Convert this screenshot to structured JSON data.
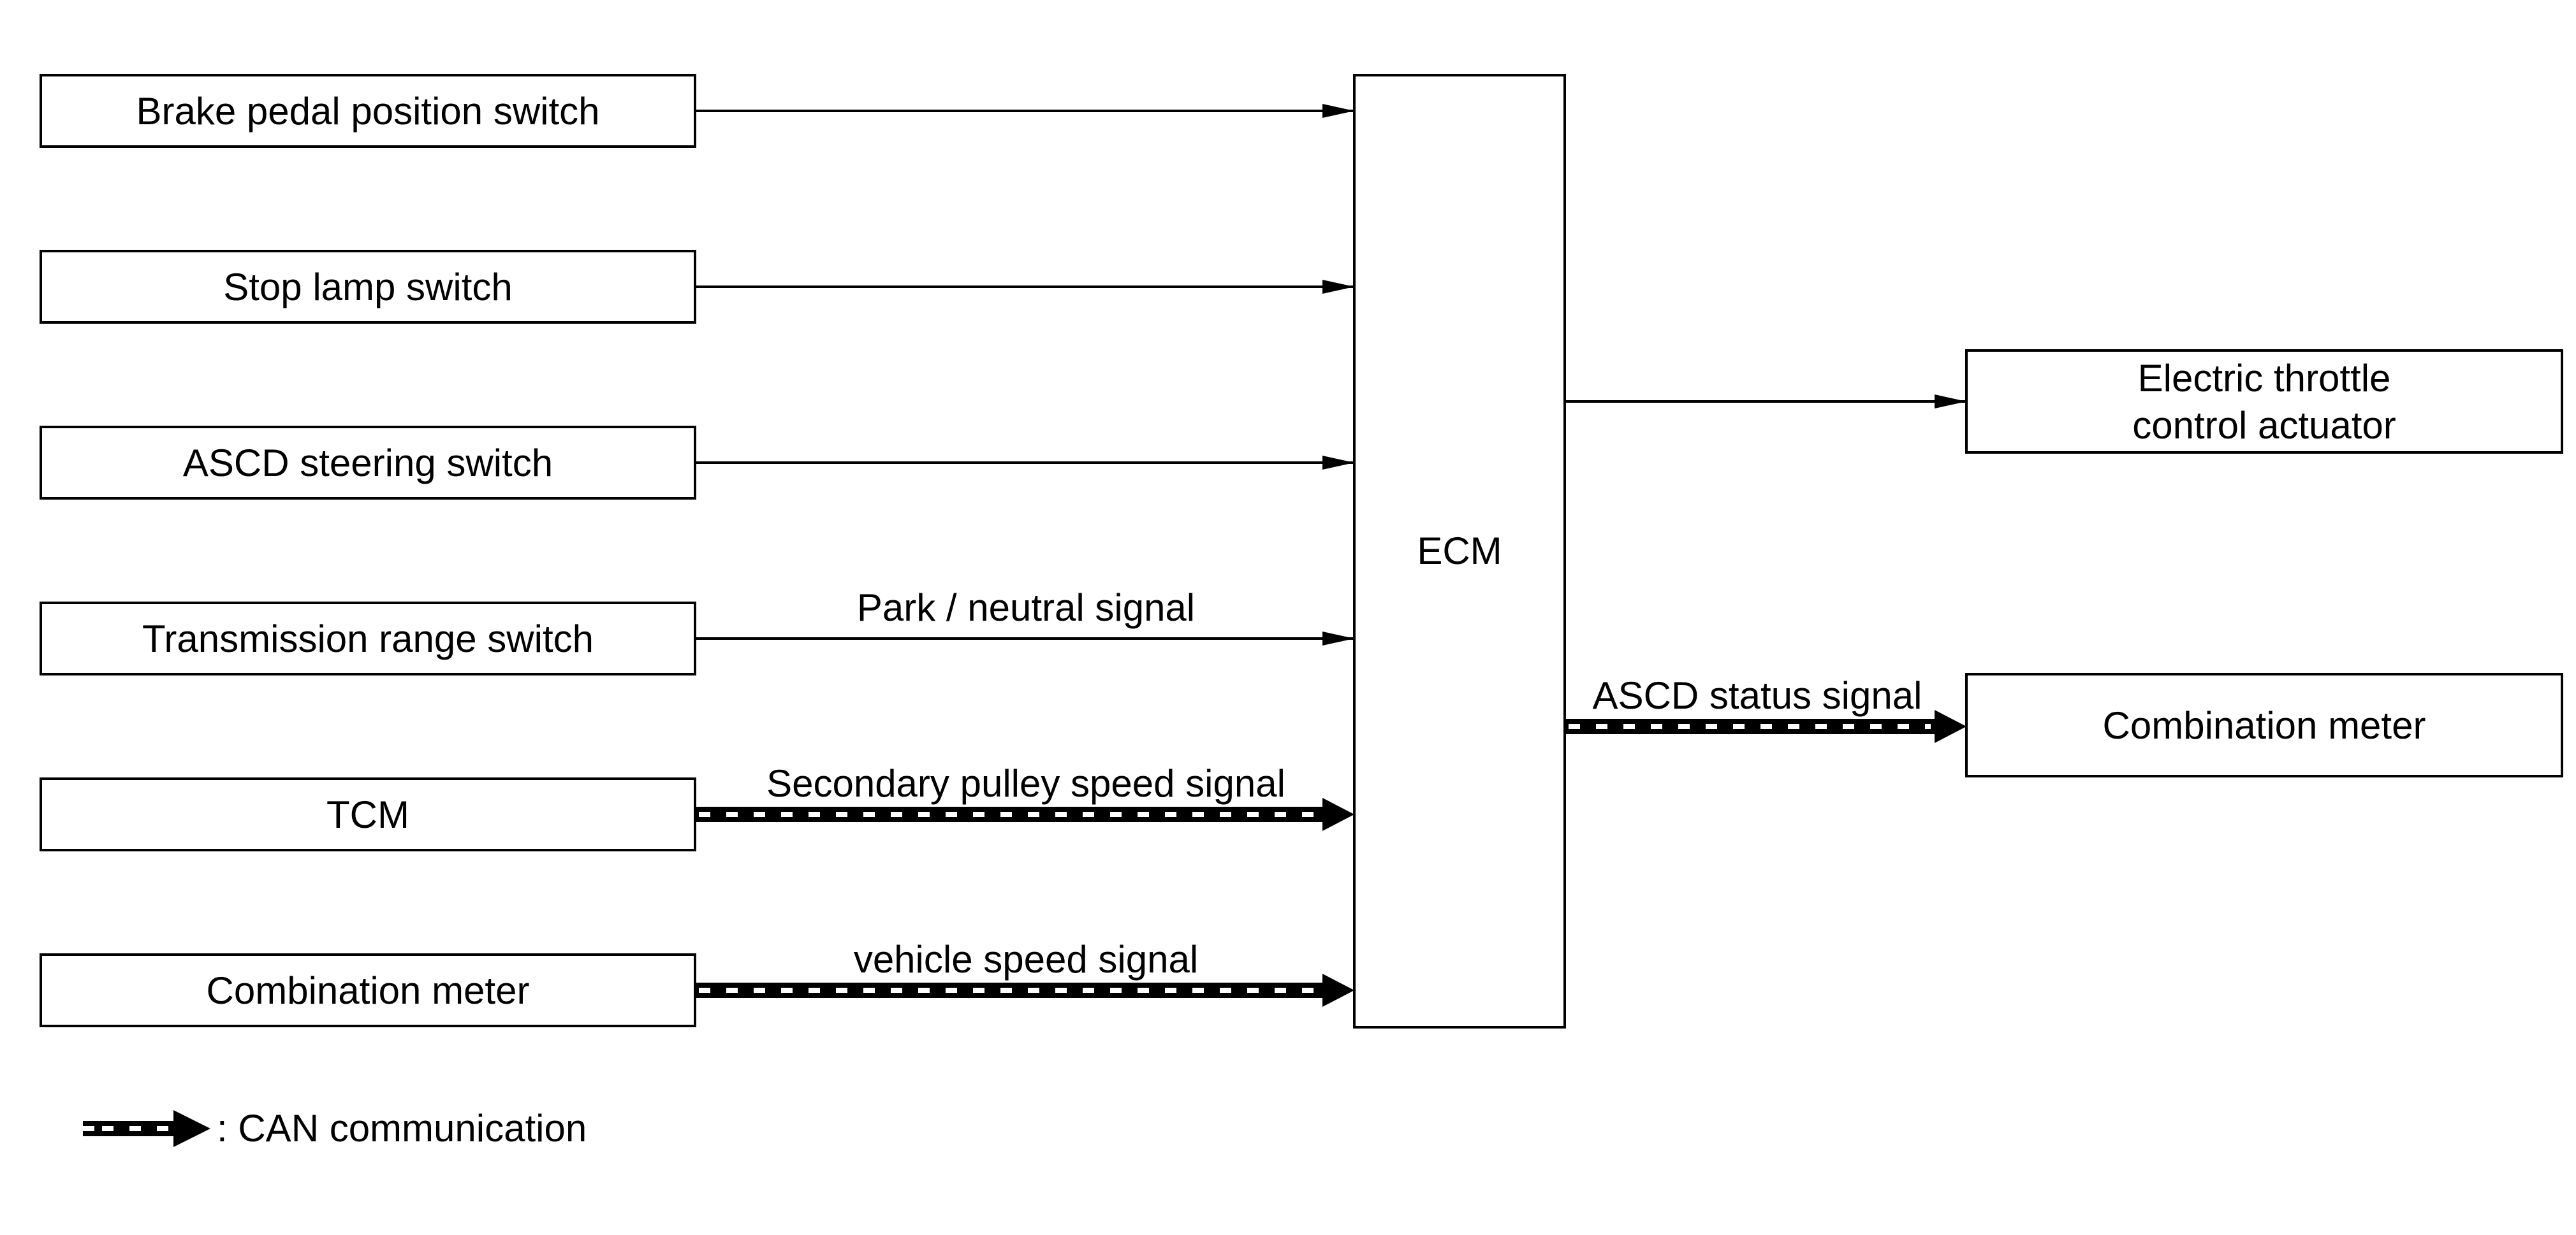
{
  "inputs": [
    {
      "label": "Brake pedal position switch",
      "signal": "",
      "can": false
    },
    {
      "label": "Stop lamp switch",
      "signal": "",
      "can": false
    },
    {
      "label": "ASCD steering switch",
      "signal": "",
      "can": false
    },
    {
      "label": "Transmission range switch",
      "signal": "Park / neutral signal",
      "can": false
    },
    {
      "label": "TCM",
      "signal": "Secondary pulley speed signal",
      "can": true
    },
    {
      "label": "Combination meter",
      "signal": "vehicle speed signal",
      "can": true
    }
  ],
  "ecm": {
    "label": "ECM"
  },
  "outputs": [
    {
      "label_lines": [
        "Electric throttle",
        "control actuator"
      ],
      "signal": "",
      "can": false
    },
    {
      "label_lines": [
        "Combination meter"
      ],
      "signal": "ASCD status signal",
      "can": true
    }
  ],
  "legend": {
    "text": ": CAN communication"
  },
  "colors": {
    "line": "#000000",
    "background": "#ffffff"
  }
}
